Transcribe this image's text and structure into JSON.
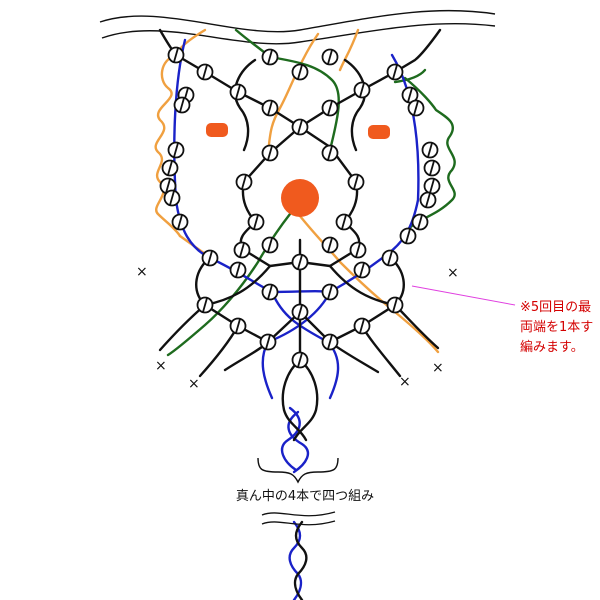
{
  "caption": "真ん中の4本で四つ組み",
  "note": {
    "lines": [
      "※5回目の最",
      "両端を1本す",
      "編みます。"
    ]
  },
  "end_mark": "×",
  "colors": {
    "black": "#111111",
    "blue": "#1a22c8",
    "green": "#1e6b1e",
    "orange": "#f0a040",
    "bead": "#f05a1e",
    "note_text": "#d40000",
    "leader": "#e040e0"
  },
  "icons": {
    "knot": "circle-slash-icon",
    "bead": "bead-icon",
    "end": "cross-mark-icon",
    "brace": "curly-brace-icon"
  }
}
